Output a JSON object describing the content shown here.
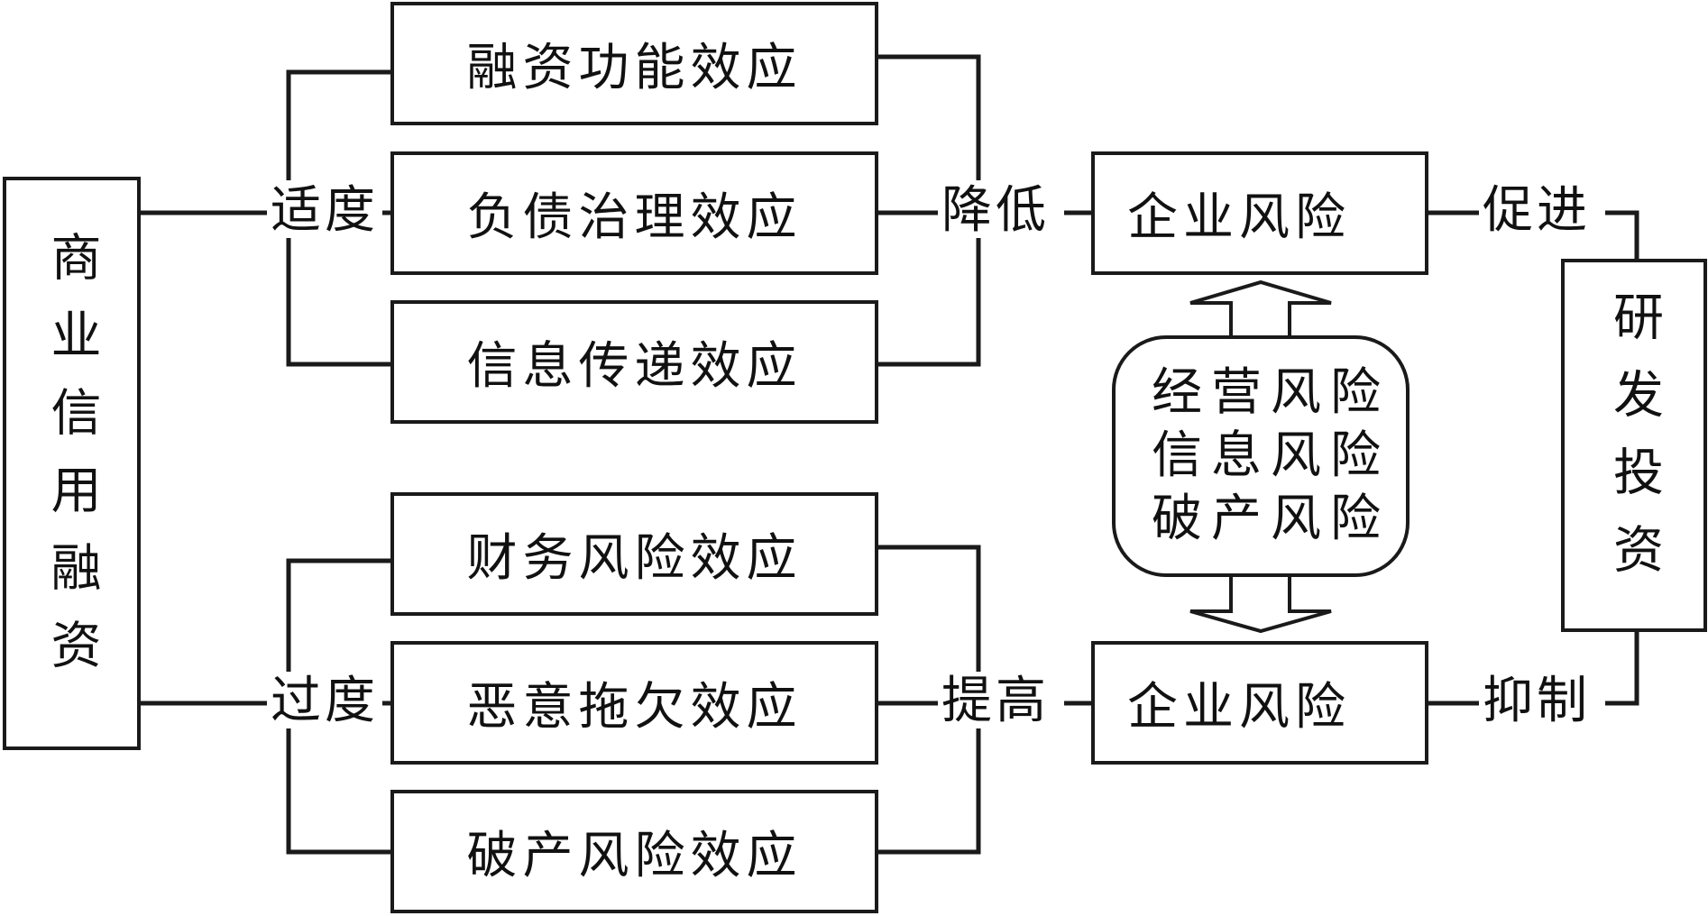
{
  "source": {
    "label": "商业信用融资"
  },
  "branches": {
    "moderate": {
      "label": "适度",
      "effects": [
        "融资功能效应",
        "负债治理效应",
        "信息传递效应"
      ],
      "action": "降低"
    },
    "excessive": {
      "label": "过度",
      "effects": [
        "财务风险效应",
        "恶意拖欠效应",
        "破产风险效应"
      ],
      "action": "提高"
    }
  },
  "enterprise_risk": {
    "top_label": "企业风险",
    "bottom_label": "企业风险"
  },
  "risk_types": [
    "经营风险",
    "信息风险",
    "破产风险"
  ],
  "outcome": {
    "label": "研发投资",
    "promote": "促进",
    "inhibit": "抑制"
  }
}
